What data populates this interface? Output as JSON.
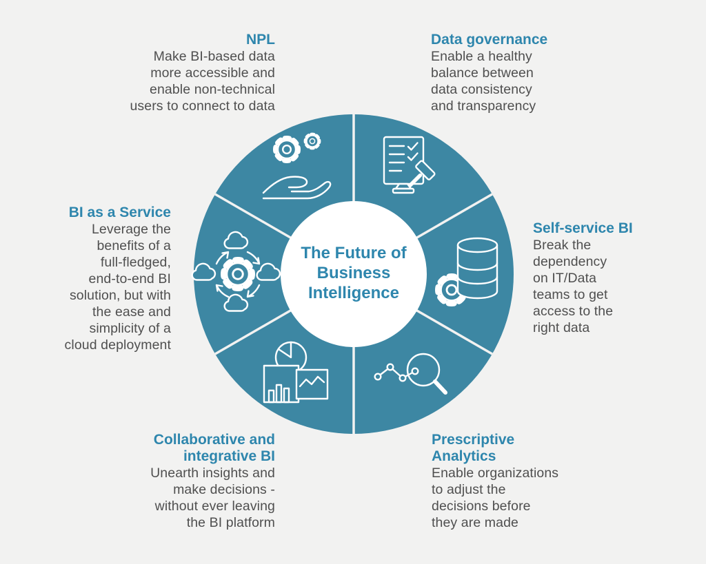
{
  "colors": {
    "wheel_teal": "#3d87a3",
    "accent_teal": "#2e86ad",
    "body_text": "#4f4f4f",
    "background": "#f2f2f1",
    "icon_stroke": "#ffffff"
  },
  "center": {
    "title": "The Future of\nBusiness\nIntelligence"
  },
  "segments": [
    {
      "id": "npl",
      "title": "NPL",
      "description": "Make BI-based data\nmore accessible and\nenable non-technical\nusers to connect to data",
      "icon": "gears-hand-icon"
    },
    {
      "id": "data-governance",
      "title": "Data governance",
      "description": "Enable a healthy\nbalance between\ndata consistency\nand transparency",
      "icon": "document-gavel-icon"
    },
    {
      "id": "self-service-bi",
      "title": "Self-service BI",
      "description": "Break the\ndependency\non IT/Data\nteams to get\naccess to the\nright data",
      "icon": "database-gear-icon"
    },
    {
      "id": "prescriptive-analytics",
      "title": "Prescriptive\nAnalytics",
      "description": "Enable organizations\nto adjust the\ndecisions before\nthey are made",
      "icon": "magnifier-trend-icon"
    },
    {
      "id": "collaborative-bi",
      "title": "Collaborative and\nintegrative BI",
      "description": "Unearth insights and\nmake decisions -\nwithout ever leaving\nthe BI platform",
      "icon": "charts-icon"
    },
    {
      "id": "bi-as-a-service",
      "title": "BI as a Service",
      "description": "Leverage the\nbenefits of a\nfull-fledged,\nend-to-end BI\nsolution, but with\nthe ease and\nsimplicity of a\ncloud deployment",
      "icon": "cloud-gear-sync-icon"
    }
  ]
}
